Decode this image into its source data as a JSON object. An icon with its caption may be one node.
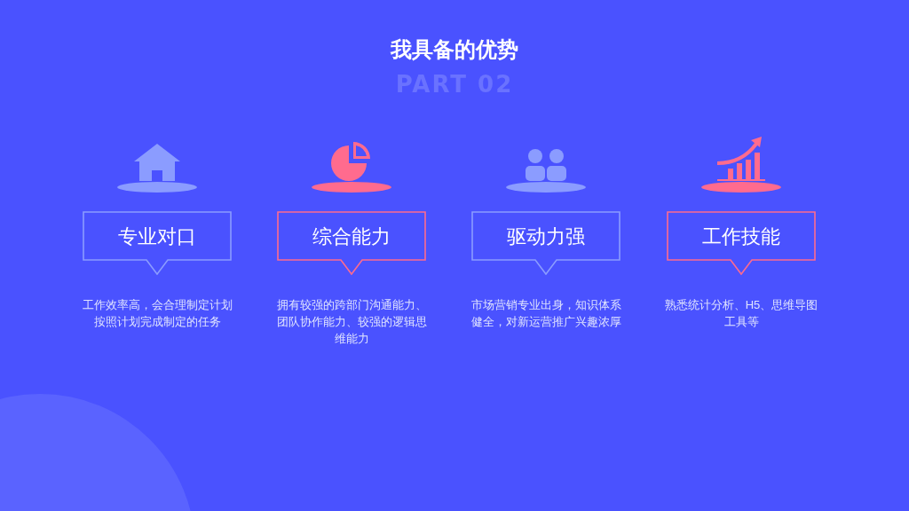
{
  "diagram": {
    "title": "我具备的优势",
    "nodes": [
      {
        "text": [
          "专业对口"
        ],
        "beside": [
          "工作效率高，会合理制定计划按照计划完成制定的任务"
        ]
      },
      {
        "text": [
          "综合能力"
        ],
        "beside": [
          "拥有较强的跨部门沟通能力、团队协作能力、较强的逻辑思维能力"
        ]
      },
      {
        "text": [
          "驱动力强"
        ],
        "beside": [
          "市场营销专业出身，知识体系健全，对新运营推广兴趣浓厚"
        ]
      },
      {
        "text": [
          "工作技能"
        ],
        "beside": [
          "熟悉统计分析、H5、思维导图工具等"
        ]
      }
    ],
    "labels": [
      "PART 02"
    ]
  }
}
